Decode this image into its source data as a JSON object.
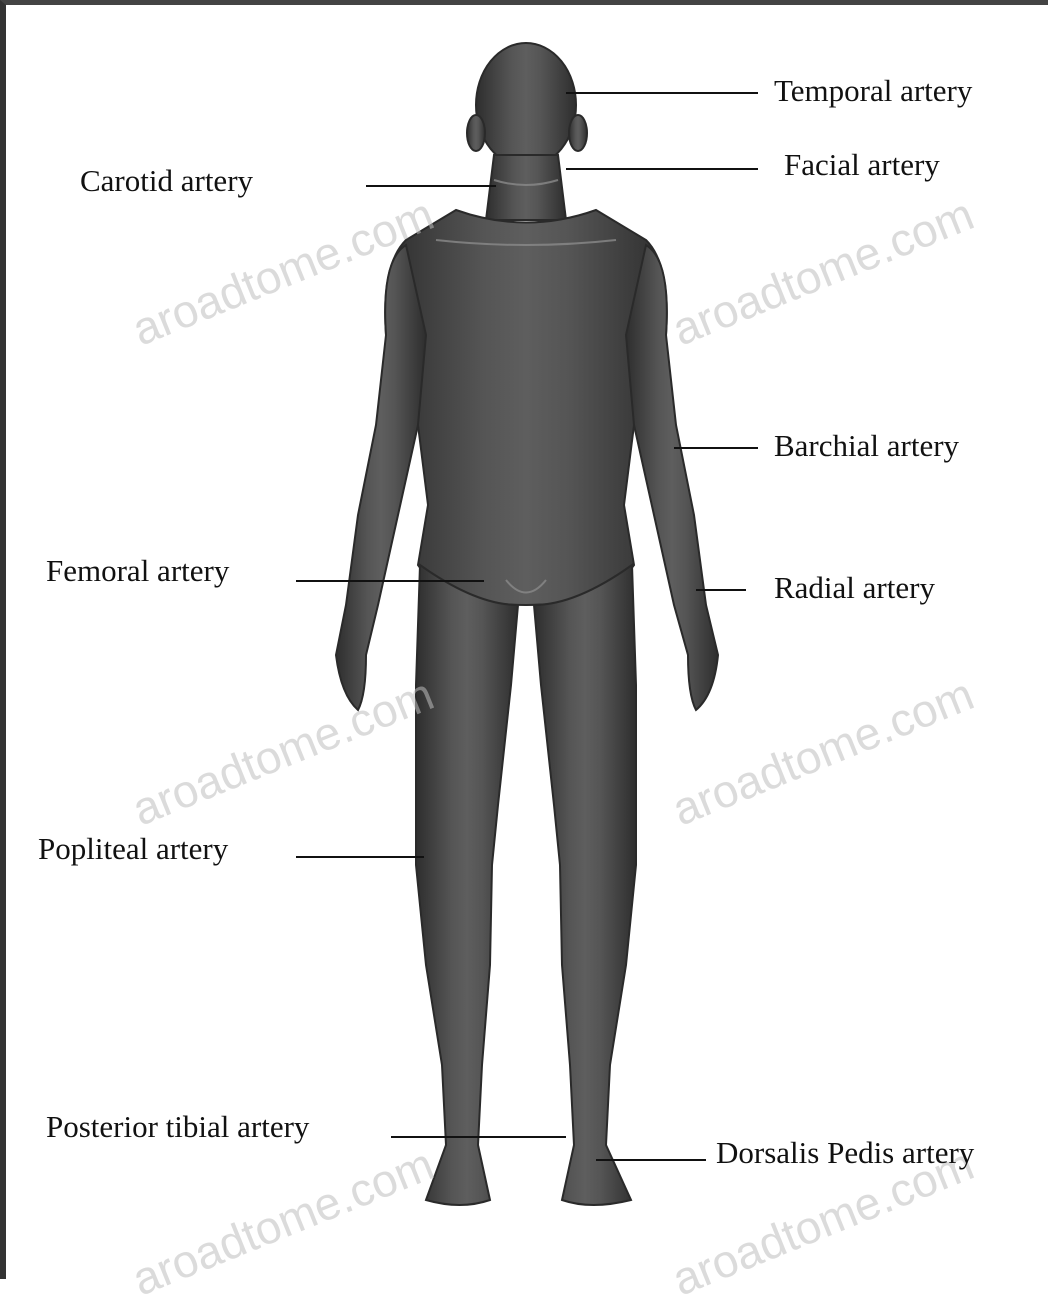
{
  "labels": {
    "temporal": "Temporal artery",
    "carotid": "Carotid artery",
    "facial": "Facial artery",
    "brachial": "Barchial artery",
    "femoral": "Femoral artery",
    "radial": "Radial artery",
    "popliteal": "Popliteal artery",
    "posterior_tibial": "Posterior tibial artery",
    "dorsalis_pedis": "Dorsalis Pedis artery"
  },
  "watermark": "aroadtome.com",
  "colors": {
    "body": "#3f3f3f",
    "body_highlight": "#6a6a6a",
    "vessel": "#9a9a9a",
    "leader": "#111111",
    "watermark": "#bebebe"
  }
}
